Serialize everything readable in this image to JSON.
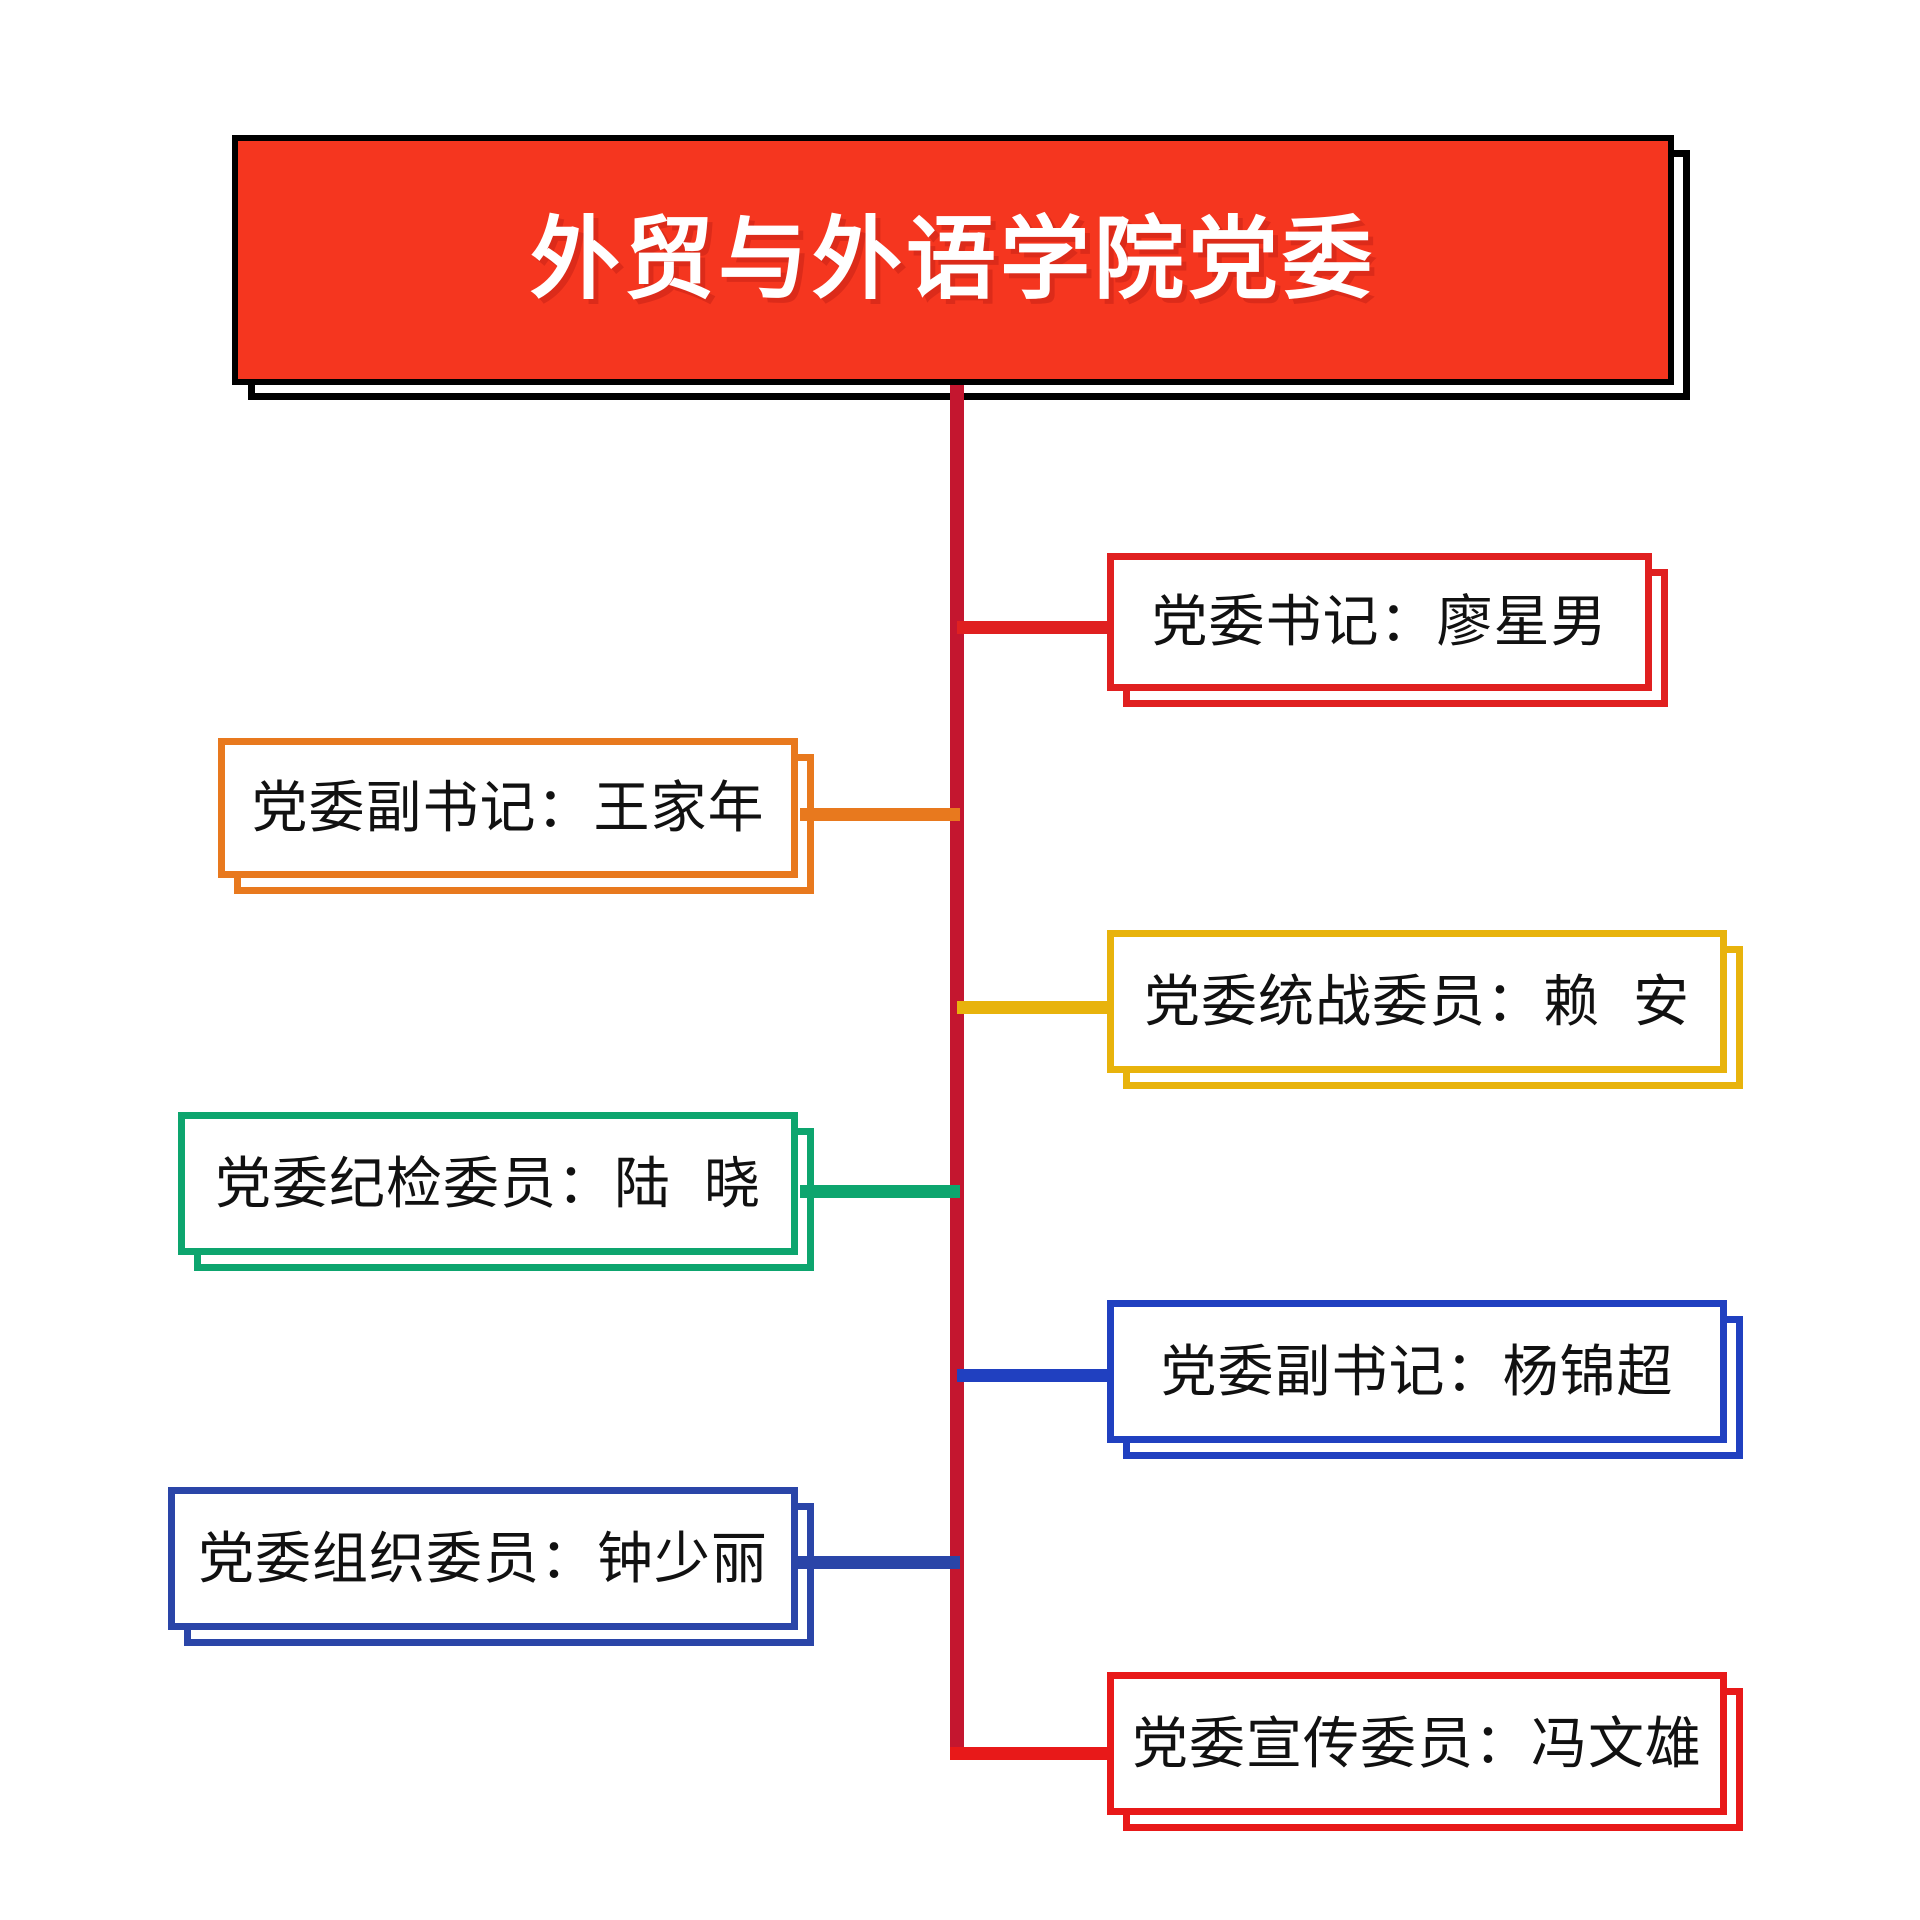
{
  "diagram": {
    "type": "organization-chart",
    "orientation": "vertical-spine-with-alternating-branches",
    "background_color": "#FFFFFF",
    "spine_color": "#C4162F"
  },
  "root": {
    "title": "外贸与外语学院党委",
    "fill_color": "#F5361F",
    "border_color": "#000000",
    "text_color": "#FFFFFF",
    "shadow_color": "#000000"
  },
  "nodes": [
    {
      "id": "party-secretary",
      "role": "党委书记",
      "name": "廖星男",
      "label": "党委书记：廖星男",
      "color": "#E02020",
      "side": "right"
    },
    {
      "id": "deputy-secretary-wang",
      "role": "党委副书记",
      "name": "王家年",
      "label": "党委副书记：王家年",
      "color": "#E8791E",
      "side": "left"
    },
    {
      "id": "united-front-member",
      "role": "党委统战委员",
      "name": "赖 安",
      "label": "党委统战委员：赖  安",
      "color": "#E8B30C",
      "side": "right"
    },
    {
      "id": "discipline-inspection-member",
      "role": "党委纪检委员",
      "name": "陆 晓",
      "label": "党委纪检委员：陆  晓",
      "color": "#0DA56E",
      "side": "left"
    },
    {
      "id": "deputy-secretary-yang",
      "role": "党委副书记",
      "name": "杨锦超",
      "label": "党委副书记：杨锦超",
      "color": "#2040C0",
      "side": "right"
    },
    {
      "id": "organization-member",
      "role": "党委组织委员",
      "name": "钟少丽",
      "label": "党委组织委员：钟少丽",
      "color": "#2A45A8",
      "side": "left"
    },
    {
      "id": "publicity-member",
      "role": "党委宣传委员",
      "name": "冯文雄",
      "label": "党委宣传委员：冯文雄",
      "color": "#E81919",
      "side": "right"
    }
  ]
}
